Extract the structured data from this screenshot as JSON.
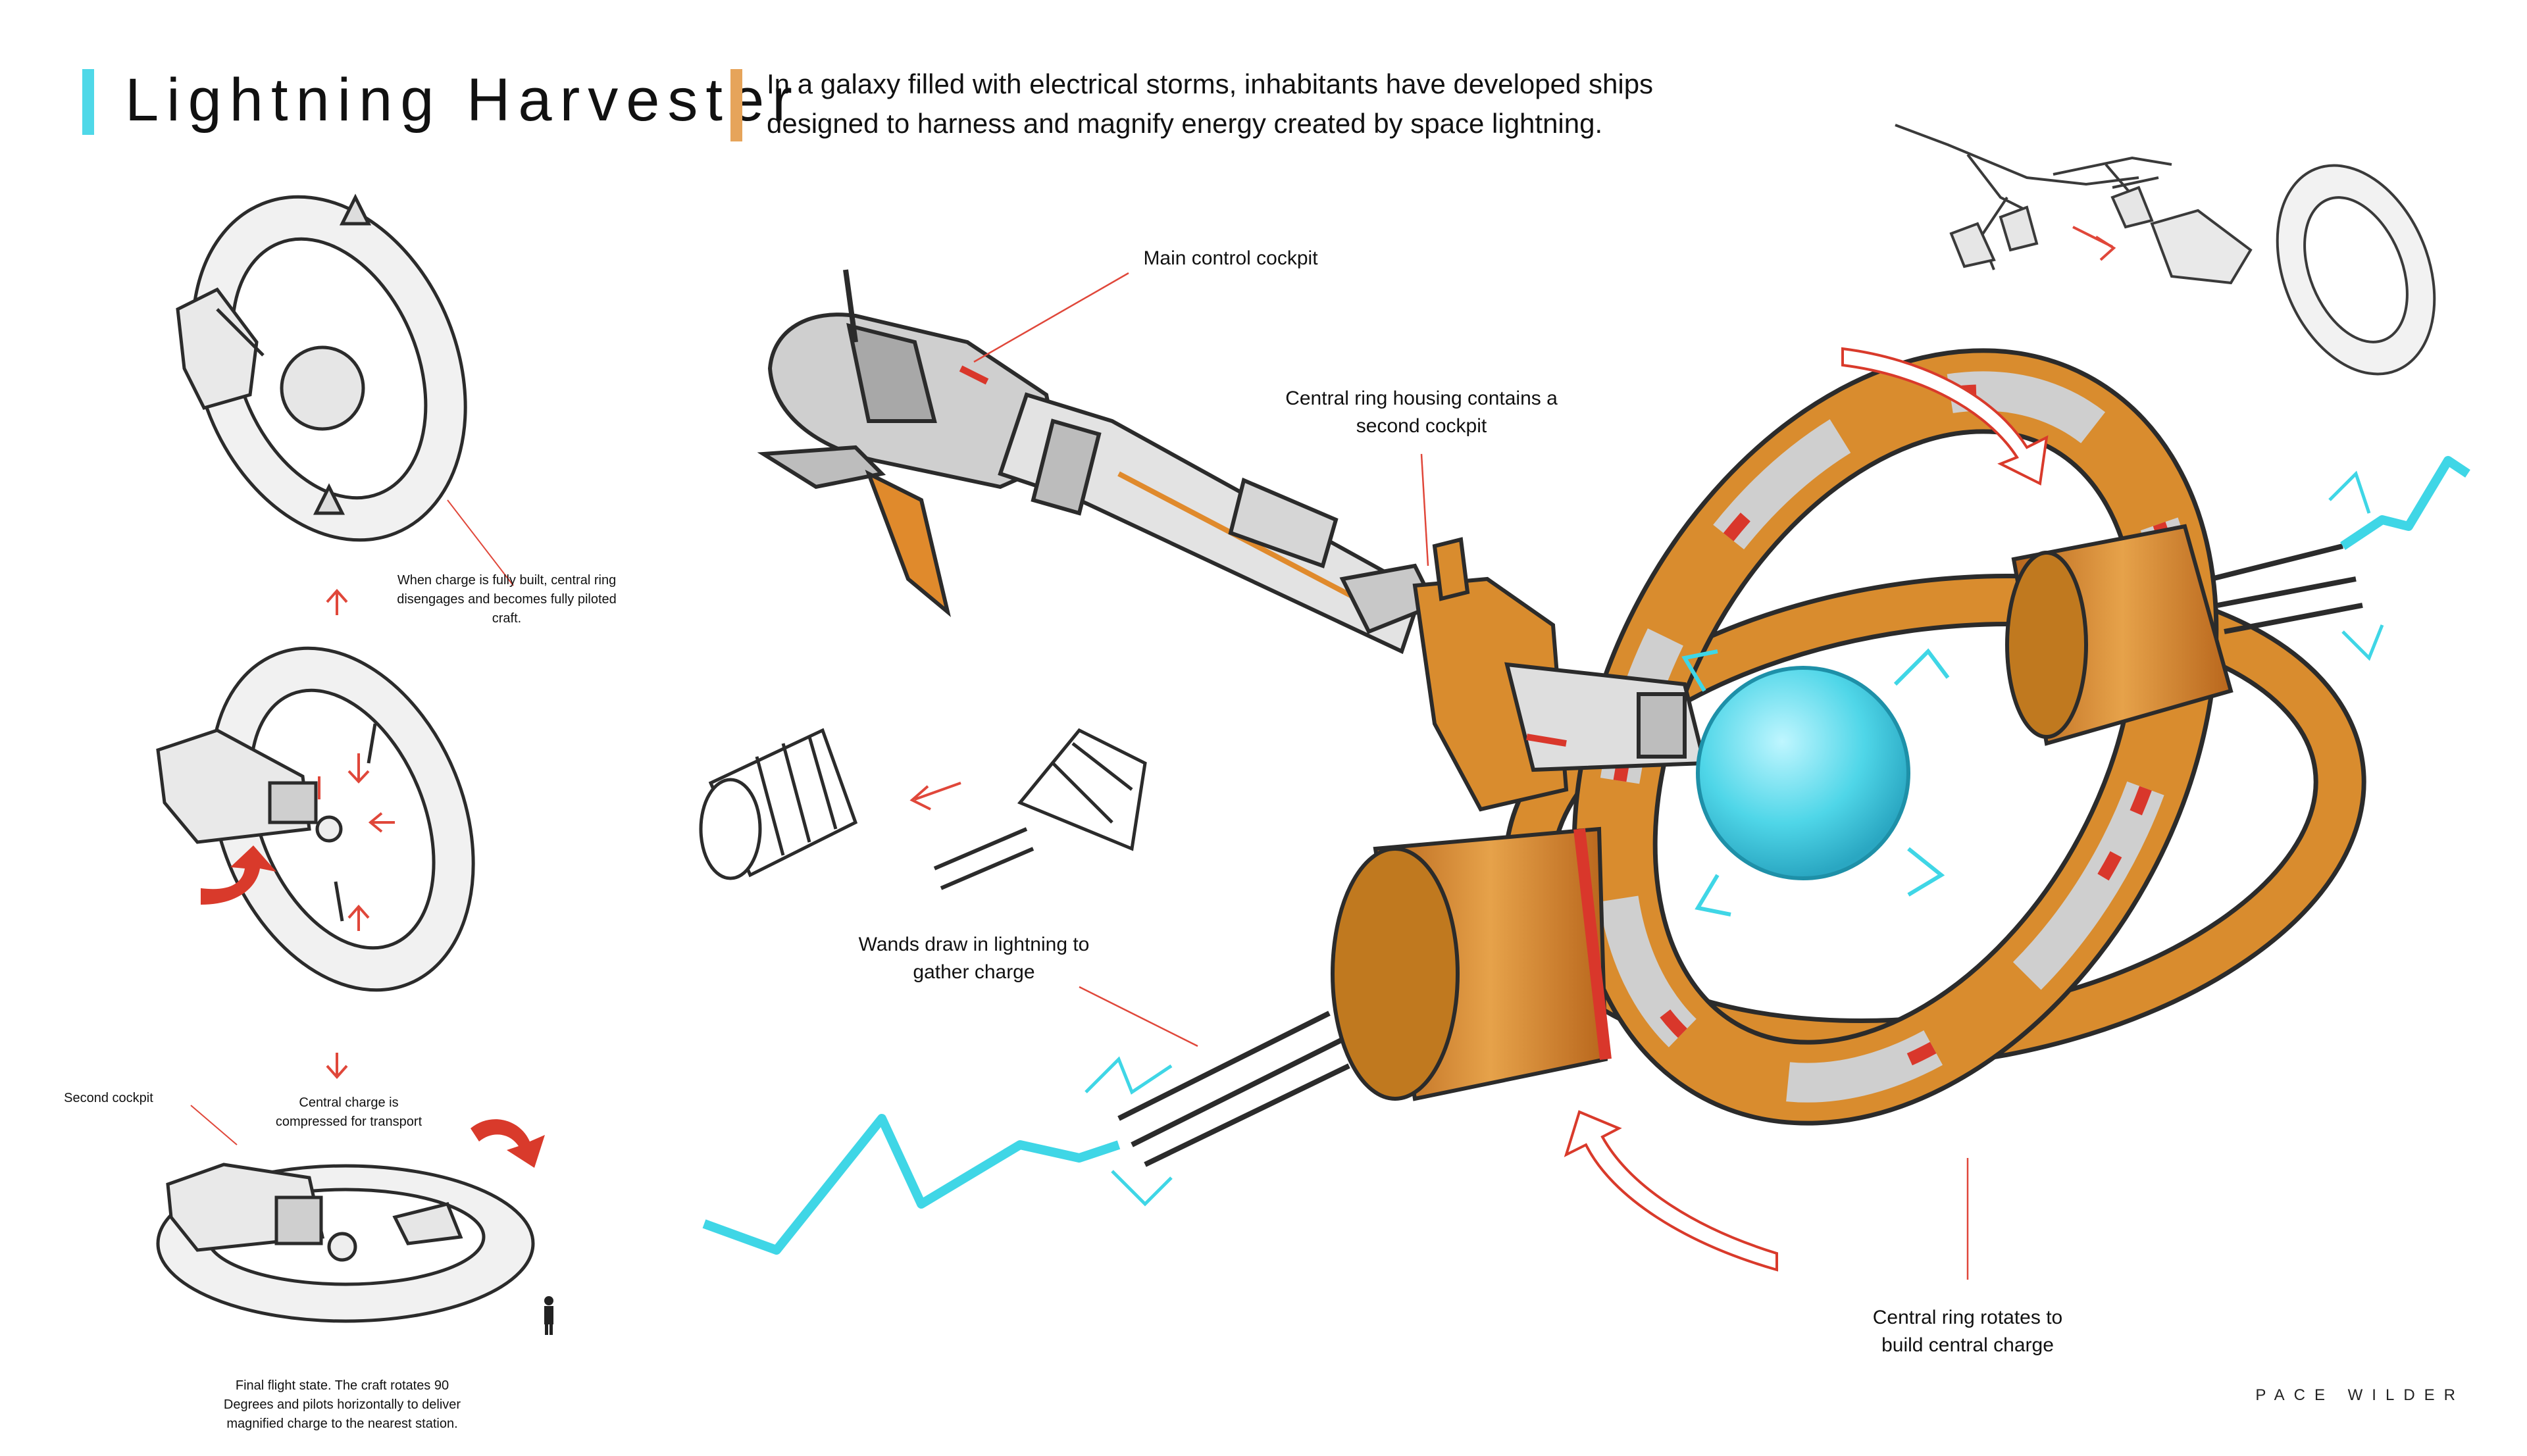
{
  "header": {
    "title": "Lightning Harvester",
    "intro": "In a galaxy filled with electrical storms, inhabitants have developed ships designed to harness and magnify energy created by space lightning."
  },
  "labels": {
    "main_cockpit": "Main control cockpit",
    "ring_housing": "Central ring housing contains a second cockpit",
    "wands": "Wands draw in lightning to gather charge",
    "ring_rotates": "Central ring rotates to build central charge",
    "fully_built": "When charge is fully built, central ring disengages and becomes fully piloted craft.",
    "second_cockpit": "Second cockpit",
    "compressed": "Central charge is compressed for transport",
    "final_state": "Final flight state. The craft rotates 90 Degrees and pilots horizontally to deliver magnified charge to the nearest station."
  },
  "credit": "PACE WILDER",
  "colors": {
    "cyan_bar": "#4fd8e8",
    "orange_bar": "#e6a45a",
    "hull_orange": "#d98c2e",
    "hull_grey": "#cfcfcf",
    "accent_red": "#d9372b",
    "lightning": "#3fd6e6"
  }
}
